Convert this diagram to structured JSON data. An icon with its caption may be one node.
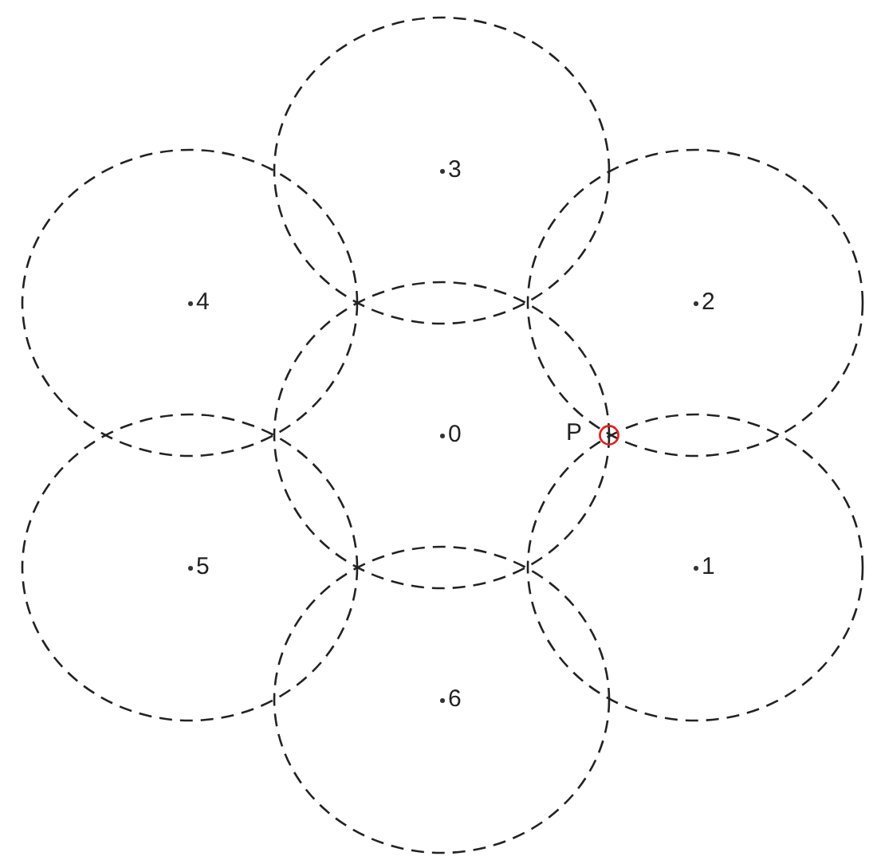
{
  "diagram": {
    "nodes": [
      {
        "text": [
          "3"
        ]
      },
      {
        "text": [
          "4"
        ]
      },
      {
        "text": [
          "2"
        ]
      },
      {
        "text": [
          "0"
        ]
      },
      {
        "text": [
          "5"
        ]
      },
      {
        "text": [
          "1"
        ]
      },
      {
        "text": [
          "6"
        ]
      }
    ],
    "labels": [
      "P"
    ]
  }
}
